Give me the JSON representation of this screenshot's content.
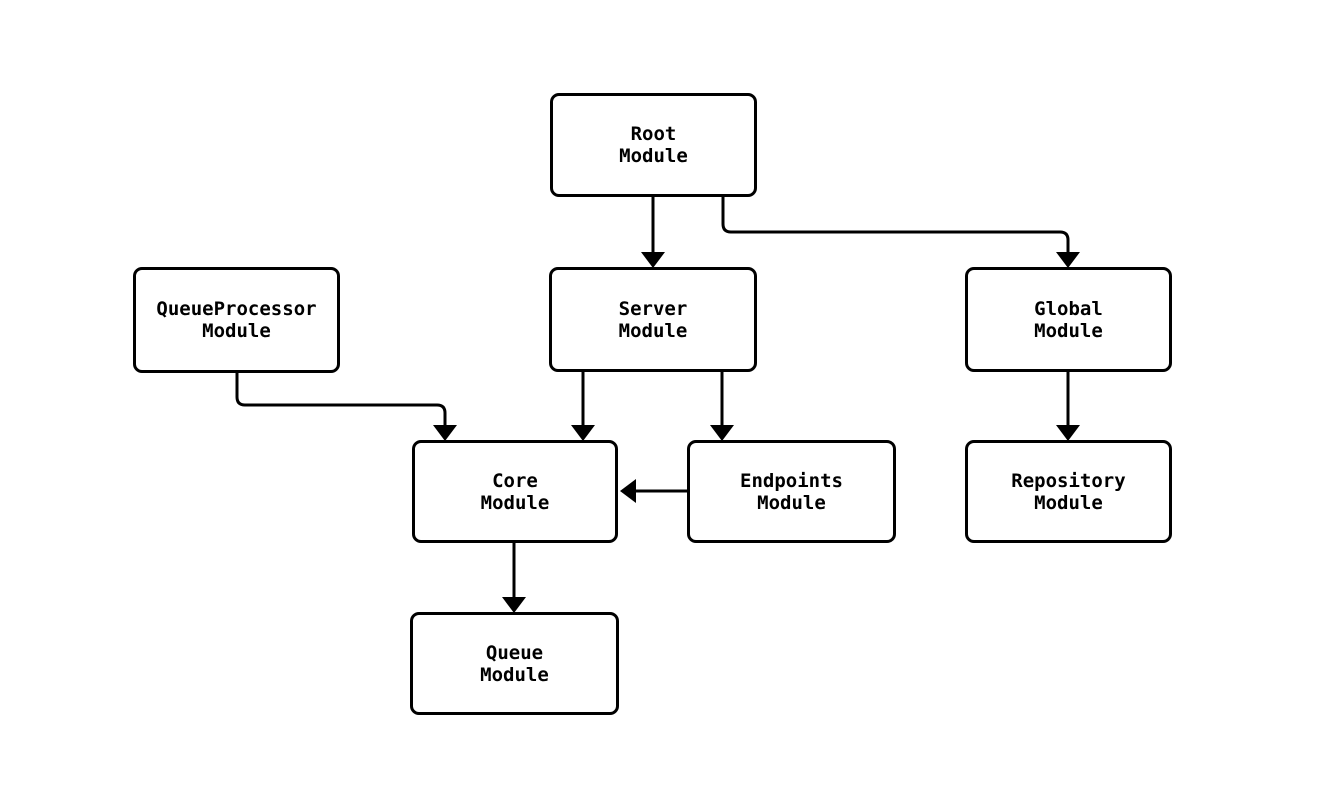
{
  "diagram": {
    "background": "#ffffff",
    "stroke_color": "#000000",
    "node_fill": "#ffffff",
    "text_color": "#000000",
    "nodes": {
      "root": {
        "line1": "Root",
        "line2": "Module"
      },
      "queueprocessor": {
        "line1": "QueueProcessor",
        "line2": "Module"
      },
      "server": {
        "line1": "Server",
        "line2": "Module"
      },
      "global": {
        "line1": "Global",
        "line2": "Module"
      },
      "core": {
        "line1": "Core",
        "line2": "Module"
      },
      "endpoints": {
        "line1": "Endpoints",
        "line2": "Module"
      },
      "repository": {
        "line1": "Repository",
        "line2": "Module"
      },
      "queue": {
        "line1": "Queue",
        "line2": "Module"
      }
    },
    "edges": [
      {
        "from": "Root Module",
        "to": "Server Module"
      },
      {
        "from": "Root Module",
        "to": "Global Module"
      },
      {
        "from": "QueueProcessor Module",
        "to": "Core Module"
      },
      {
        "from": "Server Module",
        "to": "Core Module"
      },
      {
        "from": "Server Module",
        "to": "Endpoints Module"
      },
      {
        "from": "Endpoints Module",
        "to": "Core Module"
      },
      {
        "from": "Global Module",
        "to": "Repository Module"
      },
      {
        "from": "Core Module",
        "to": "Queue Module"
      }
    ]
  }
}
